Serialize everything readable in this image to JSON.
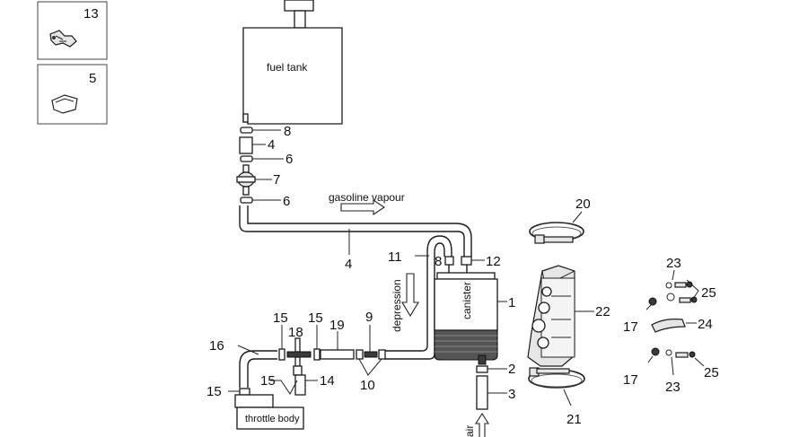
{
  "labels": {
    "fuel_tank": "fuel tank",
    "gasoline_vapour": "gasoline vapour",
    "depression": "depression",
    "canister": "canister",
    "throttle_body": "throttle body",
    "air": "air"
  },
  "inset_parts": [
    {
      "number": "13",
      "icon": "clip-icon"
    },
    {
      "number": "5",
      "icon": "cap-icon"
    }
  ],
  "part_numbers": {
    "p8a": "8",
    "p4a": "4",
    "p6a": "6",
    "p7": "7",
    "p6b": "6",
    "p4b": "4",
    "p11": "11",
    "p8b": "8",
    "p12": "12",
    "p1": "1",
    "p20": "20",
    "p22": "22",
    "p23a": "23",
    "p25a": "25",
    "p17a": "17",
    "p24": "24",
    "p17b": "17",
    "p23b": "23",
    "p25b": "25",
    "p21": "21",
    "p2": "2",
    "p3": "3",
    "p9": "9",
    "p10": "10",
    "p19": "19",
    "p15a": "15",
    "p15b": "15",
    "p18": "18",
    "p16": "16",
    "p15c": "15",
    "p15d": "15",
    "p14": "14"
  }
}
